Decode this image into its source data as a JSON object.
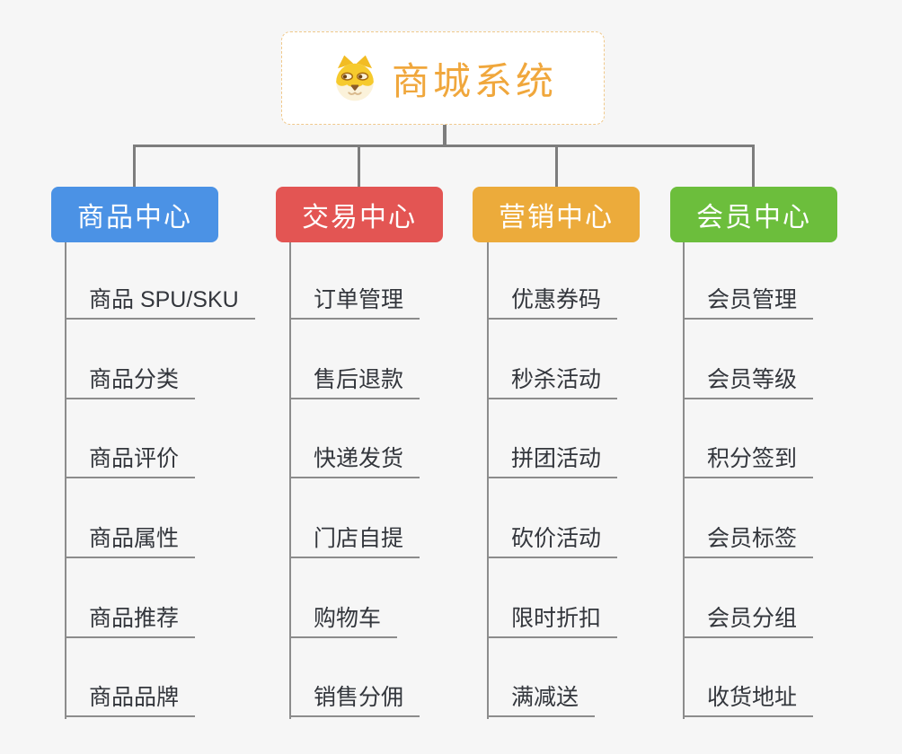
{
  "root": {
    "title": "商城系统",
    "icon": "doge-face-icon"
  },
  "branches": [
    {
      "label": "商品中心",
      "color": "#4b92e5",
      "children": [
        "商品 SPU/SKU",
        "商品分类",
        "商品评价",
        "商品属性",
        "商品推荐",
        "商品品牌"
      ]
    },
    {
      "label": "交易中心",
      "color": "#e35553",
      "children": [
        "订单管理",
        "售后退款",
        "快递发货",
        "门店自提",
        "购物车",
        "销售分佣"
      ]
    },
    {
      "label": "营销中心",
      "color": "#ecab3b",
      "children": [
        "优惠券码",
        "秒杀活动",
        "拼团活动",
        "砍价活动",
        "限时折扣",
        "满减送"
      ]
    },
    {
      "label": "会员中心",
      "color": "#6cbe3c",
      "children": [
        "会员管理",
        "会员等级",
        "积分签到",
        "会员标签",
        "会员分组",
        "收货地址"
      ]
    }
  ],
  "colors": {
    "background": "#f6f6f6",
    "connector": "#7d7d7d",
    "branch_line": "#8c8c8c",
    "leaf_text": "#33363c",
    "root_text": "#f0a73c",
    "root_border": "#f0c98c",
    "root_background": "#ffffff"
  }
}
